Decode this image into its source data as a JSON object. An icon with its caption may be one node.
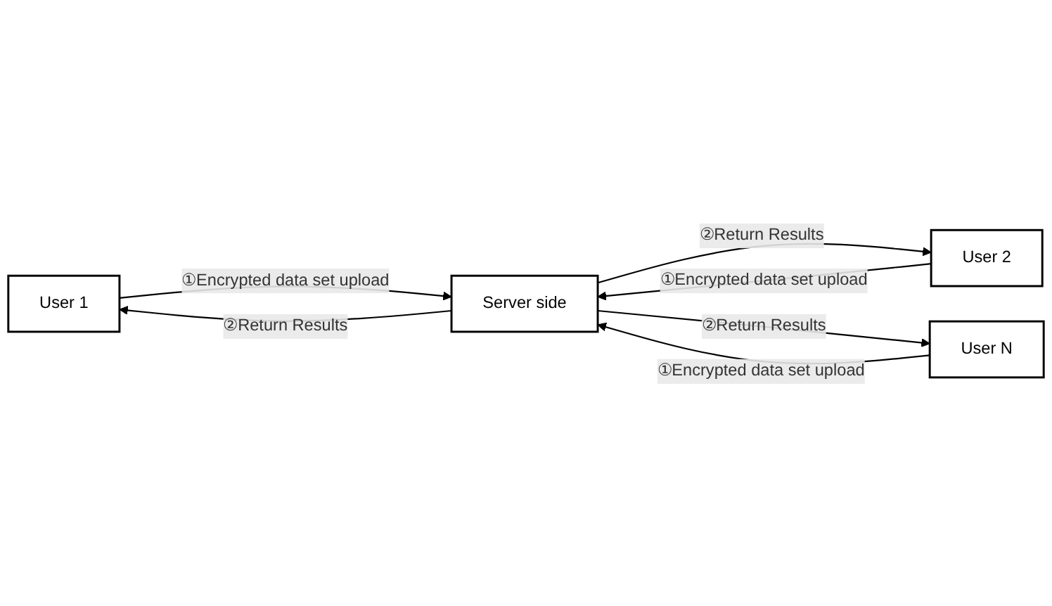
{
  "diagram": {
    "nodes": [
      {
        "text": [
          "User 1"
        ]
      },
      {
        "text": [
          "User 2"
        ]
      },
      {
        "text": [
          "User N"
        ]
      },
      {
        "text": [
          "Server side"
        ]
      }
    ],
    "edges": [
      {
        "from": 0,
        "to": 3,
        "arrow": "to",
        "label": "①Encrypted data set upload"
      },
      {
        "from": 3,
        "to": 0,
        "arrow": "to",
        "label": "②Return Results"
      },
      {
        "from": 1,
        "to": 3,
        "arrow": "to",
        "label": "①Encrypted data set upload"
      },
      {
        "from": 3,
        "to": 1,
        "arrow": "to",
        "label": "②Return Results"
      },
      {
        "from": 2,
        "to": 3,
        "arrow": "to",
        "label": "①Encrypted data set upload"
      },
      {
        "from": 3,
        "to": 2,
        "arrow": "to",
        "label": "②Return Results"
      }
    ]
  }
}
